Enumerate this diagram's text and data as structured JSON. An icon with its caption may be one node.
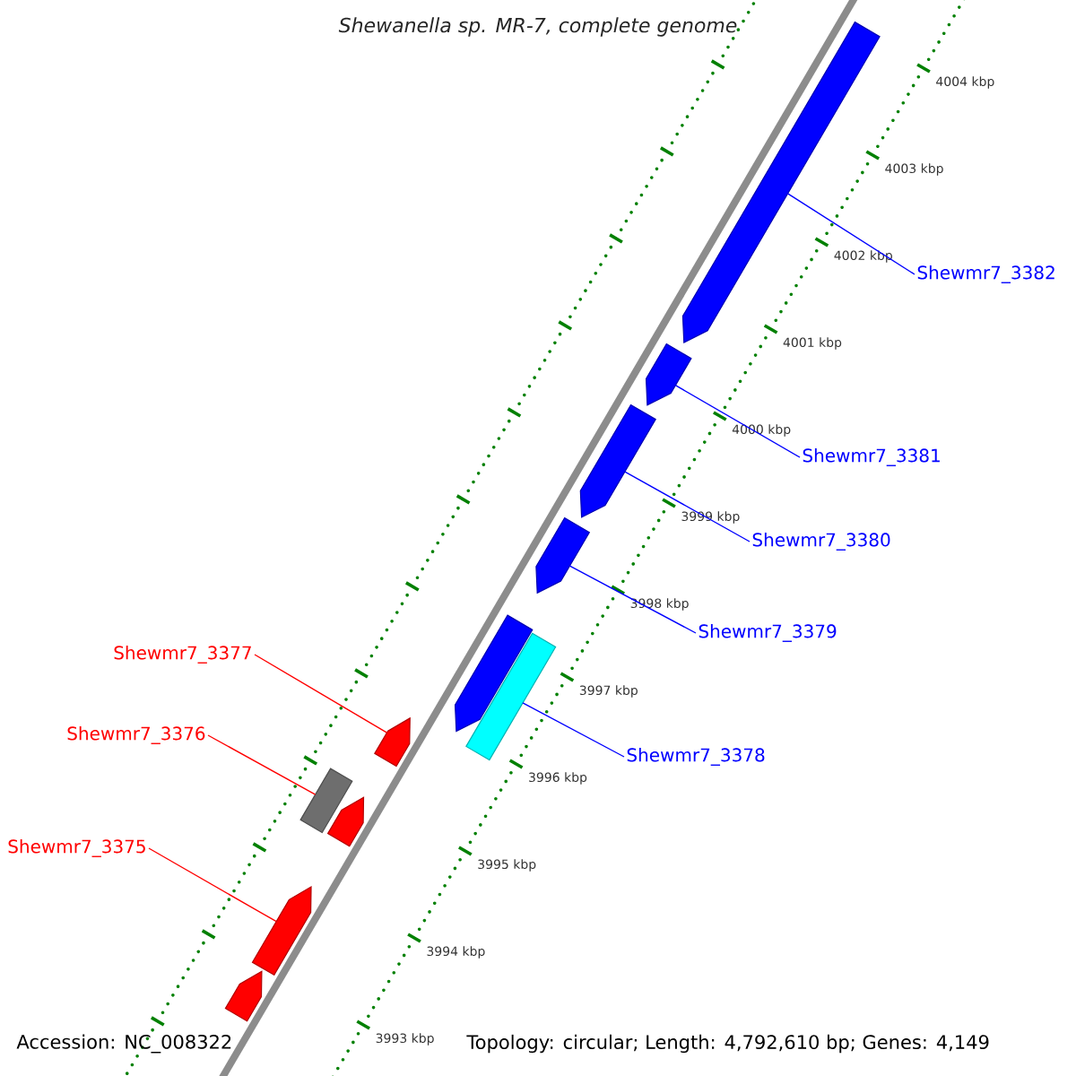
{
  "diagram": {
    "title": "Shewanella sp. MR-7, complete genome",
    "nodes": [
      {
        "text": [
          "Shewmr7_3382"
        ]
      },
      {
        "text": [
          "Shewmr7_3381"
        ]
      },
      {
        "text": [
          "Shewmr7_3380"
        ]
      },
      {
        "text": [
          "Shewmr7_3379"
        ]
      },
      {
        "text": [
          "Shewmr7_3377"
        ]
      },
      {
        "text": [
          "Shewmr7_3376"
        ]
      },
      {
        "text": [
          "Shewmr7_3378"
        ]
      },
      {
        "text": [
          "Shewmr7_3375"
        ]
      },
      {
        "text": [],
        "shape": "pentagon"
      },
      {
        "text": [],
        "shape": "pentagon"
      },
      {
        "text": [],
        "shape": "pentagon"
      },
      {
        "text": [],
        "shape": "pentagon"
      },
      {
        "text": [],
        "shape": "pentagon"
      },
      {
        "text": [],
        "shape": "box"
      },
      {
        "text": [],
        "shape": "pentagon"
      },
      {
        "text": [],
        "shape": "box"
      },
      {
        "text": [],
        "shape": "pentagon"
      },
      {
        "text": [],
        "shape": "pentagon"
      },
      {
        "text": [],
        "shape": "pentagon"
      }
    ],
    "edges": [
      {
        "from": 0,
        "to": 8,
        "arrow": "none"
      },
      {
        "from": 1,
        "to": 9,
        "arrow": "none"
      },
      {
        "from": 2,
        "to": 10,
        "arrow": "none"
      },
      {
        "from": 3,
        "to": 11,
        "arrow": "none"
      },
      {
        "from": 4,
        "to": 14,
        "arrow": "none",
        "color": "#ff0000"
      },
      {
        "from": 5,
        "to": 15,
        "arrow": "none",
        "color": "#ff0000"
      },
      {
        "from": 6,
        "to": 13,
        "arrow": "none"
      },
      {
        "from": 7,
        "to": 17,
        "arrow": "none",
        "color": "#ff0000"
      }
    ],
    "labels": [
      "4004 kbp",
      "4003 kbp",
      "4002 kbp",
      "4001 kbp",
      "4000 kbp",
      "3999 kbp",
      "3998 kbp",
      "3997 kbp",
      "3996 kbp",
      "3995 kbp",
      "3994 kbp",
      "3993 kbp",
      "Accession: NC_008322",
      "Topology: circular; Length: 4,792,610 bp; Genes: 4,149"
    ]
  }
}
